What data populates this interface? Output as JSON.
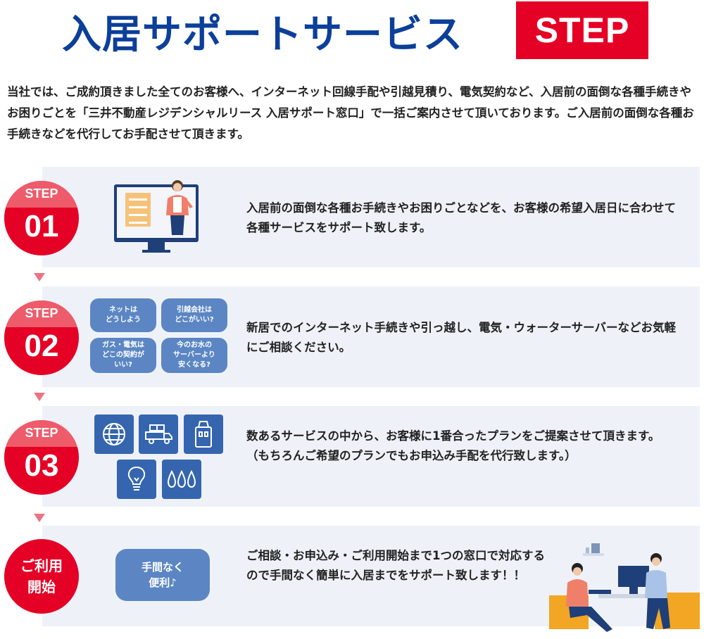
{
  "header": {
    "title": "入居サポートサービス",
    "badge": "STEP"
  },
  "intro": "当社では、ご成約頂きました全てのお客様へ、インターネット回線手配や引越見積り、電気契約など、入居前の面倒な各種手続きやお困りごとを「三井不動産レジデンシャルリース 入居サポート窓口」で一括ご案内させて頂いております。ご入居前の面倒な各種お手続きなどを代行してお手配させて頂きます。",
  "steps": [
    {
      "label": "STEP",
      "number": "01",
      "text": "入居前の面倒な各種お手続きやお困りごとなどを、お客様の希望入居日に合わせて各種サービスをサポート致します。"
    },
    {
      "label": "STEP",
      "number": "02",
      "text": "新居でのインターネット手続きや引っ越し、電気・ウォーターサーバーなどお気軽にご相談ください。",
      "bubbles": [
        "ネットは\nどうしよう",
        "引越会社は\nどこがいい?",
        "ガス・電気は\nどこの契約が\nいい?",
        "今のお水の\nサーバーより\n安くなる?"
      ]
    },
    {
      "label": "STEP",
      "number": "03",
      "text_line1": "数あるサービスの中から、お客様に1番合ったプランをご提案させて頂きます。",
      "text_line2": "（もちろんご希望のプランでもお申込み手配を代行致します。）",
      "icons": [
        "globe-icon",
        "truck-icon",
        "water-server-icon",
        "lightbulb-icon",
        "gas-flame-icon"
      ]
    },
    {
      "label_line1": "ご利用",
      "label_line2": "開始",
      "text": "ご相談・お申込み・ご利用開始まで1つの窓口で対応するので手間なく簡単に入居までをサポート致します！！",
      "bubble_line1": "手間なく",
      "bubble_line2": "便利♪"
    }
  ],
  "colors": {
    "title": "#0b3f9a",
    "accent_red": "#e50025",
    "pink": "#ee5b6a",
    "row_bg": "#eef2f8",
    "icon_blue": "#3565ae",
    "bubble_blue": "#5b86c3"
  }
}
